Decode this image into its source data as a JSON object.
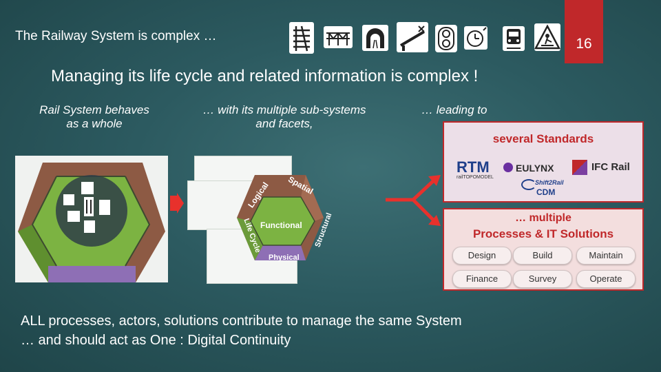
{
  "header": {
    "title": "The Railway System is complex …",
    "page_number": "16",
    "icons": [
      "railway-switch-icon",
      "bridge-icon",
      "tunnel-icon",
      "level-crossing-icon",
      "signal-light-icon",
      "clock-icon",
      "train-icon",
      "track-worker-icon"
    ]
  },
  "subtitle": "Managing its life cycle and related information is complex !",
  "columns": {
    "col1": {
      "line1": "Rail System behaves",
      "line2": "as a whole"
    },
    "col2": {
      "line1": "… with its multiple sub-systems",
      "line2": "and facets,"
    },
    "col3": {
      "line1": "… leading to"
    }
  },
  "dodecahedron": {
    "face_spatial": "Spatial",
    "face_logical": "Logical",
    "face_functional": "Functional",
    "face_structural": "Structural",
    "face_lifecycle": "Life Cycle",
    "face_physical": "Physical"
  },
  "standards": {
    "heading": "several Standards",
    "logos": {
      "rtm": "RTM",
      "rtm_sub": "railTOPOMODEL",
      "eulynx": "EULYNX",
      "ifc": "IFC Rail",
      "shift2rail": "Shift2Rail",
      "cdm": "CDM"
    }
  },
  "processes": {
    "heading_prefix": "… ",
    "heading_line1": "multiple",
    "heading_line2": "Processes & IT Solutions",
    "buttons": [
      "Design",
      "Build",
      "Maintain",
      "Finance",
      "Survey",
      "Operate"
    ]
  },
  "footer": {
    "line1": "ALL processes, actors, solutions contribute to manage the same System",
    "line2": "… and should act as One : Digital Continuity"
  },
  "colors": {
    "accent_red": "#c0282a",
    "background": "#2c5a60",
    "green_face": "#7cb342",
    "brown_face": "#8d5a44",
    "purple_face": "#8e6fb5"
  }
}
